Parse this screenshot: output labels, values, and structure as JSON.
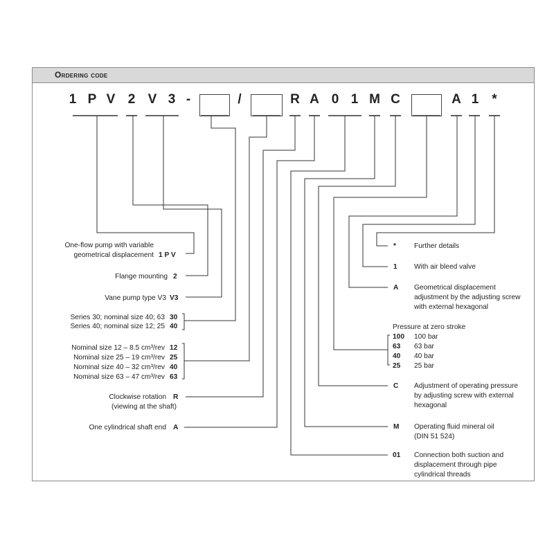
{
  "title": "Ordering code",
  "code": {
    "c1": "1",
    "c2": "P",
    "c3": "V",
    "c4": "2",
    "c5": "V",
    "c6": "3",
    "dash": "-",
    "slash": "/",
    "c7": "R",
    "c8": "A",
    "c9": "0",
    "c10": "1",
    "c11": "M",
    "c12": "C",
    "c13": "A",
    "c14": "1",
    "c15": "*"
  },
  "left": {
    "pump_l1": "One-flow pump with variable",
    "pump_l2": "geometrical displacement",
    "pump_code": "1 P V",
    "flange": "Flange mounting",
    "flange_code": "2",
    "vane": "Vane pump type V3",
    "vane_code": "V3",
    "series": [
      {
        "label": "Series 30; nominal size 40; 63",
        "code": "30"
      },
      {
        "label": "Series 40; nominal size 12; 25",
        "code": "40"
      }
    ],
    "sizes": [
      {
        "label": "Nominal size 12 – 8.5 cm³/rev",
        "code": "12"
      },
      {
        "label": "Nominal size 25 – 19 cm³/rev",
        "code": "25"
      },
      {
        "label": "Nominal size 40 – 32 cm³/rev",
        "code": "40"
      },
      {
        "label": "Nominal size 63 – 47 cm³/rev",
        "code": "63"
      }
    ],
    "rot_l1": "Clockwise rotation",
    "rot_code": "R",
    "rot_l2": "(viewing at the shaft)",
    "shaft": "One cylindrical shaft end",
    "shaft_code": "A"
  },
  "right": {
    "star_code": "*",
    "star_text": "Further details",
    "bleed_code": "1",
    "bleed_text": "With air bleed valve",
    "adj_code": "A",
    "adj_l1": "Geometrical displacement",
    "adj_l2": "adjustment by the adjusting screw",
    "adj_l3": "with external hexagonal",
    "press_head": "Pressure at zero stroke",
    "pressures": [
      {
        "code": "100",
        "text": "100 bar"
      },
      {
        "code": "63",
        "text": "63 bar"
      },
      {
        "code": "40",
        "text": "40 bar"
      },
      {
        "code": "25",
        "text": "25 bar"
      }
    ],
    "opc_code": "C",
    "opc_l1": "Adjustment of operating pressure",
    "opc_l2": "by adjusting screw with external",
    "opc_l3": "hexagonal",
    "fluid_code": "M",
    "fluid_l1": "Operating fluid mineral oil",
    "fluid_l2": "(DIN 51 524)",
    "conn_code": "01",
    "conn_l1": "Connection both suction and",
    "conn_l2": "displacement through pipe",
    "conn_l3": "cylindrical threads"
  }
}
